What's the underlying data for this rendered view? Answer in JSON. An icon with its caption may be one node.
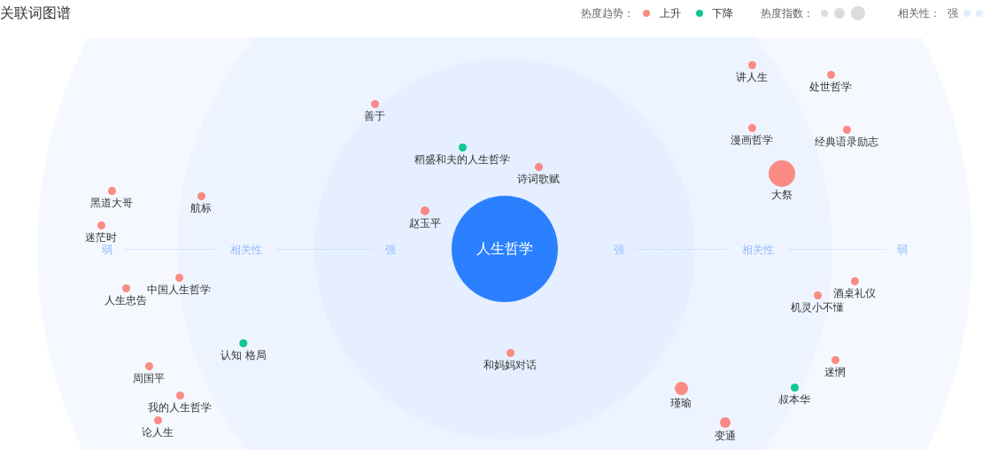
{
  "diagram": {
    "title": "关联词图谱",
    "nodes": [
      {
        "text": [
          "人生哲学"
        ]
      },
      {
        "text": [
          "讲人生"
        ]
      },
      {
        "text": [
          "处世哲学"
        ]
      },
      {
        "text": [
          "善于"
        ]
      },
      {
        "text": [
          "漫画哲学"
        ]
      },
      {
        "text": [
          "经典语录励志"
        ]
      },
      {
        "text": [
          "稻盛和夫的人生哲学"
        ]
      },
      {
        "text": [
          "诗词歌赋"
        ]
      },
      {
        "text": [
          "大祭"
        ]
      },
      {
        "text": [
          "黑道大哥"
        ]
      },
      {
        "text": [
          "航标"
        ]
      },
      {
        "text": [
          "赵玉平"
        ]
      },
      {
        "text": [
          "迷茫时"
        ]
      },
      {
        "text": [
          "中国人生哲学"
        ]
      },
      {
        "text": [
          "酒桌礼仪"
        ]
      },
      {
        "text": [
          "人生忠告"
        ]
      },
      {
        "text": [
          "机灵小不懂"
        ]
      },
      {
        "text": [
          "认知 格局"
        ]
      },
      {
        "text": [
          "和妈妈对话"
        ]
      },
      {
        "text": [
          "迷惘"
        ]
      },
      {
        "text": [
          "周国平"
        ]
      },
      {
        "text": [
          "叔本华"
        ]
      },
      {
        "text": [
          "瑾瑜"
        ]
      },
      {
        "text": [
          "我的人生哲学"
        ]
      },
      {
        "text": [
          "论人生"
        ]
      },
      {
        "text": [
          "变通"
        ]
      }
    ],
    "labels": [
      "热度趋势：",
      "热度指数：",
      "相关性：",
      "强",
      "弱",
      "相关性",
      "强",
      "强",
      "相关性",
      "弱"
    ],
    "legend": [
      {
        "text": "上升",
        "color": "#fb8a84"
      },
      {
        "text": "下降",
        "color": "#10c793"
      }
    ]
  }
}
